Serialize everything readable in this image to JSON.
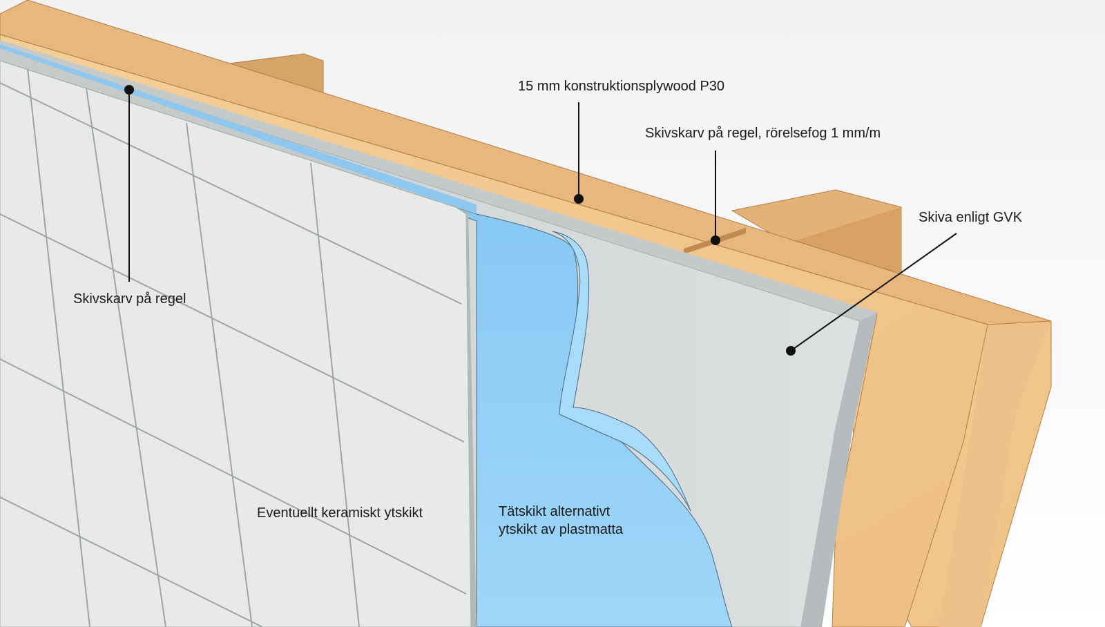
{
  "diagram": {
    "labels": {
      "plywood": "15 mm konstruktionsplywood P30",
      "skivskarv_movement": "Skivskarv på regel, rörelsefog 1 mm/m",
      "skiva_gvk": "Skiva enligt GVK",
      "skivskarv_regel": "Skivskarv på regel",
      "keramiskt": "Eventuellt keramiskt ytskikt",
      "tatskikt_line1": "Tätskikt alternativt",
      "tatskikt_line2": "ytskikt av plastmatta"
    },
    "colors": {
      "wood_light": "#f2c98f",
      "wood_mid": "#e3b177",
      "wood_dark": "#d09a5f",
      "board": "#d8dcdc",
      "board_edge": "#b9bfc0",
      "membrane": "#8ecdf5",
      "tile": "#e6e8e6",
      "grout": "#9ea3a2"
    }
  }
}
